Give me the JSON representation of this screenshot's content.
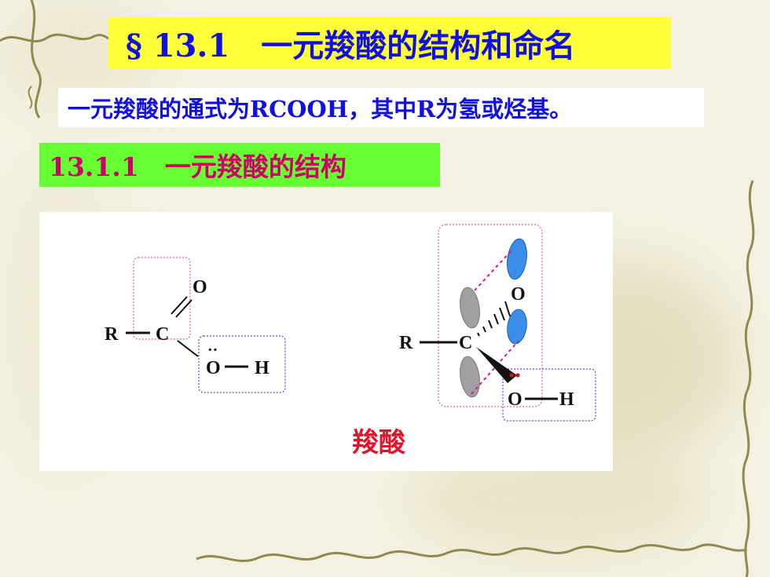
{
  "slide": {
    "title": "§ 13.1　一元羧酸的结构和命名",
    "subtitle": "一元羧酸的通式为RCOOH，其中R为氢或烃基。",
    "section_heading": "13.1.1　一元羧酸的结构",
    "caption": "羧酸"
  },
  "left_structure": {
    "atom_R": "R",
    "atom_C": "C",
    "atom_O_double": "O",
    "atom_O_hydroxyl": "O",
    "atom_H": "H",
    "lone_pair": "··"
  },
  "right_structure": {
    "atom_R": "R",
    "atom_C": "C",
    "atom_O_double": "O",
    "atom_O_hydroxyl": "O",
    "atom_H": "H"
  },
  "colors": {
    "title_bg": "#ffff3a",
    "title_text": "#1010e0",
    "section_bg": "#66ff33",
    "section_text": "#cc0066",
    "caption": "#e0142c",
    "orbital_blue": "#3a8ee8",
    "orbital_gray": "#9a9a9a",
    "dash_magenta": "#e0148c"
  }
}
